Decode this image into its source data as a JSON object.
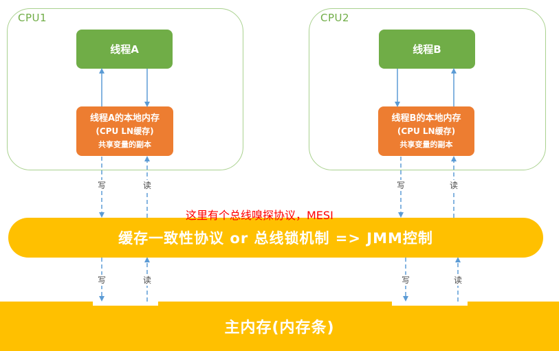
{
  "cpus": [
    {
      "label": "CPU1",
      "thread": "线程A",
      "mem_line1": "线程A的本地内存",
      "mem_line2": "(CPU LN缓存)",
      "mem_line3": "共享变量的副本"
    },
    {
      "label": "CPU2",
      "thread": "线程B",
      "mem_line1": "线程B的本地内存",
      "mem_line2": "(CPU LN缓存)",
      "mem_line3": "共享变量的副本"
    }
  ],
  "bus_label": "缓存一致性协议 or 总线锁机制 => JMM控制",
  "note": "这里有个总线嗅探协议，MESI",
  "main_memory": "主内存(内存条)",
  "arrow_labels": {
    "write": "写",
    "read": "读"
  },
  "colors": {
    "cpu_border": "#a9d18e",
    "thread": "#70ad47",
    "local_memory": "#ed7d31",
    "bus": "#ffc000",
    "arrow": "#5b9bd5",
    "note": "#ff0000"
  }
}
